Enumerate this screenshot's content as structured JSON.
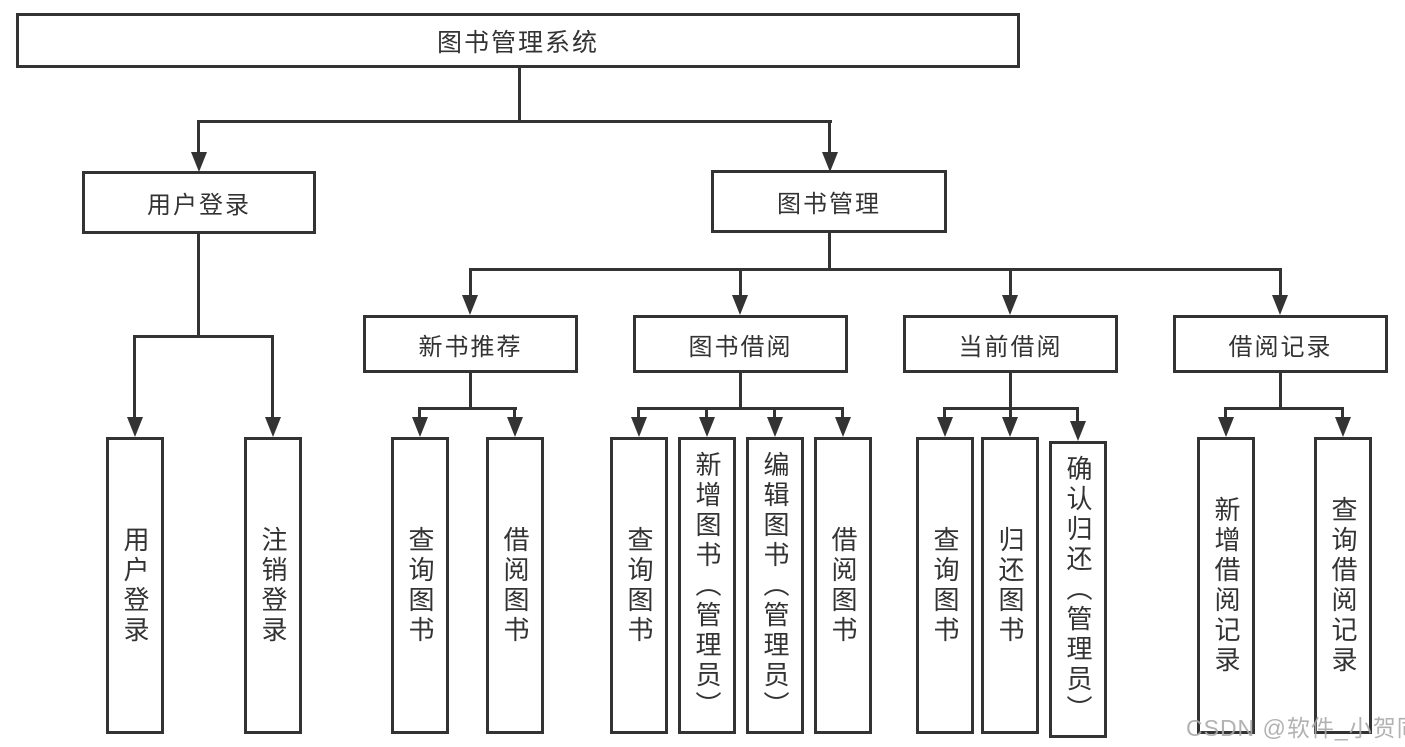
{
  "diagram": {
    "root": {
      "label": "图书管理系统"
    },
    "level2": [
      {
        "label": "用户登录"
      },
      {
        "label": "图书管理"
      }
    ],
    "level3": [
      {
        "label": "新书推荐"
      },
      {
        "label": "图书借阅"
      },
      {
        "label": "当前借阅"
      },
      {
        "label": "借阅记录"
      }
    ],
    "leaves": {
      "user_login": [
        {
          "label": "用户登录"
        },
        {
          "label": "注销登录"
        }
      ],
      "new_book": [
        {
          "label": "查询图书"
        },
        {
          "label": "借阅图书"
        }
      ],
      "book_borrow": [
        {
          "label": "查询图书"
        },
        {
          "label": "新增图书（管理员）"
        },
        {
          "label": "编辑图书（管理员）"
        },
        {
          "label": "借阅图书"
        }
      ],
      "current_borrow": [
        {
          "label": "查询图书"
        },
        {
          "label": "归还图书"
        },
        {
          "label": "确认归还（管理员）"
        }
      ],
      "borrow_records": [
        {
          "label": "新增借阅记录"
        },
        {
          "label": "查询借阅记录"
        }
      ]
    }
  },
  "watermark": {
    "text": "CSDN @软件_小贺同学"
  },
  "colors": {
    "line": "#333333",
    "text": "#333333",
    "background": "#ffffff",
    "watermark": "#aaaaaa"
  }
}
